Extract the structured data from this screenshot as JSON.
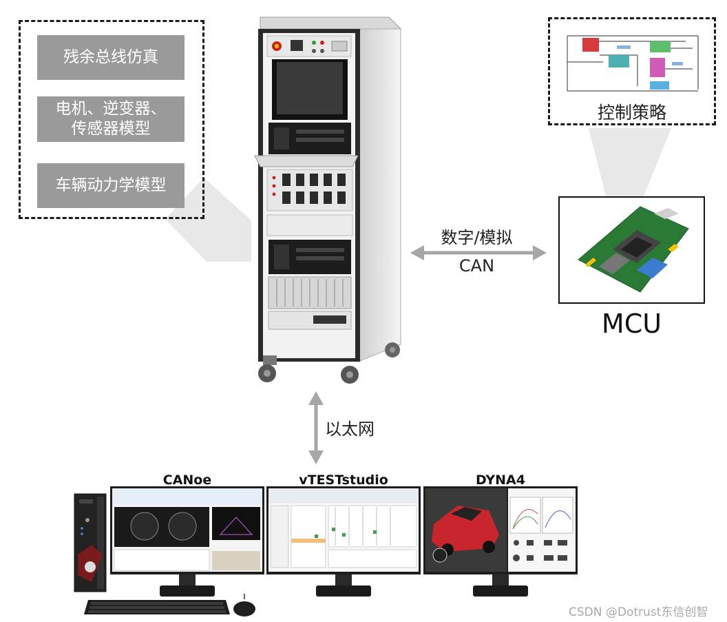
{
  "left_panel": {
    "items": [
      "残余总线仿真",
      "电机、逆变器、\n传感器模型",
      "车辆动力学模型"
    ]
  },
  "right_panel": {
    "caption": "控制策略"
  },
  "link_mcu": {
    "top_label": "数字/模拟",
    "bottom_label": "CAN"
  },
  "mcu": {
    "label": "MCU"
  },
  "ethernet": {
    "label": "以太网"
  },
  "monitors": [
    {
      "label": "CANoe"
    },
    {
      "label": "vTESTstudio"
    },
    {
      "label": "DYNA4"
    }
  ],
  "watermark": "CSDN @Dotrust东信创智",
  "colors": {
    "label_bg": "#9a9a9a",
    "arrow": "#a6a6a6",
    "projection": "#e6e6e6"
  }
}
